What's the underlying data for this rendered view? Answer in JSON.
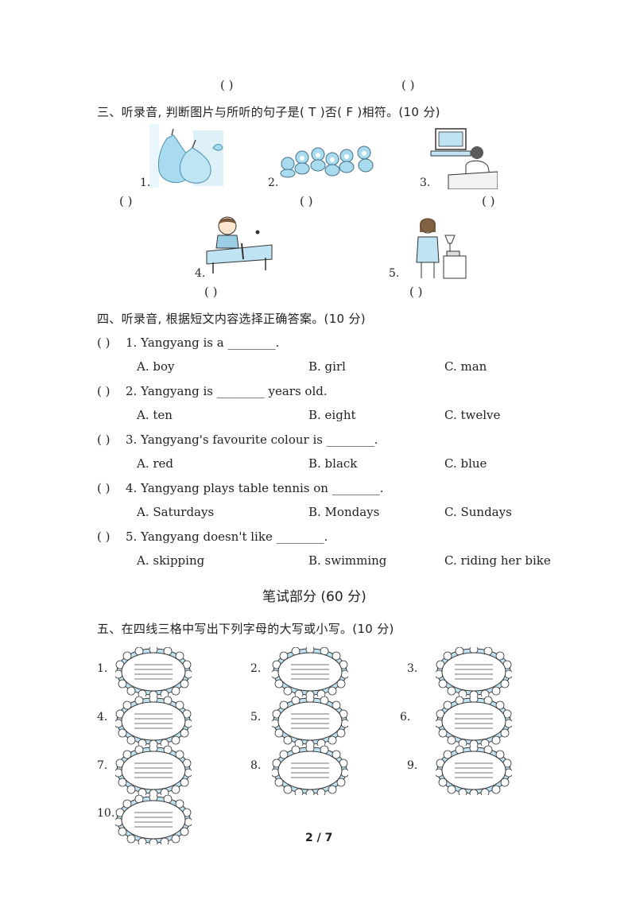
{
  "top_answer_slots": [
    "(      )",
    "(      )"
  ],
  "section3": {
    "heading": "三、听录音, 判断图片与所听的句子是( T )否( F )相符。(10 分)",
    "items": [
      {
        "number": "1.",
        "icon": "pears-picture"
      },
      {
        "number": "2.",
        "icon": "monkeys-picture"
      },
      {
        "number": "3.",
        "icon": "man-watching-tv-picture"
      },
      {
        "number": "4.",
        "icon": "boy-table-tennis-picture"
      },
      {
        "number": "5.",
        "icon": "woman-on-phone-picture"
      }
    ],
    "answer_slot": "(      )"
  },
  "section4": {
    "heading": "四、听录音, 根据短文内容选择正确答案。(10 分)",
    "questions": [
      {
        "bracket": "(        )",
        "stem": "1. Yangyang is a ________.",
        "options": [
          "A. boy",
          "B. girl",
          "C. man"
        ]
      },
      {
        "bracket": "(        )",
        "stem": "2. Yangyang is ________ years old.",
        "options": [
          "A. ten",
          "B. eight",
          "C. twelve"
        ]
      },
      {
        "bracket": "(        )",
        "stem": "3. Yangyang's favourite colour is ________.",
        "options": [
          "A. red",
          "B. black",
          "C. blue"
        ]
      },
      {
        "bracket": "(        )",
        "stem": "4. Yangyang plays table tennis on ________.",
        "options": [
          "A. Saturdays",
          "B. Mondays",
          "C. Sundays"
        ]
      },
      {
        "bracket": "(        )",
        "stem": "5. Yangyang doesn't like ________.",
        "options": [
          "A. skipping",
          "B. swimming",
          "C. riding her bike"
        ]
      }
    ]
  },
  "written_part_title": "笔试部分  (60 分)",
  "section5": {
    "heading": "五、在四线三格中写出下列字母的大写或小写。(10 分)",
    "numbers": [
      "1.",
      "2.",
      "3.",
      "4.",
      "5.",
      "6.",
      "7.",
      "8.",
      "9.",
      "10."
    ]
  },
  "page_number": "2 / 7",
  "colors": {
    "text": "#222222",
    "picture_blue": "#bfe3f2",
    "oval_border": "#333333"
  }
}
